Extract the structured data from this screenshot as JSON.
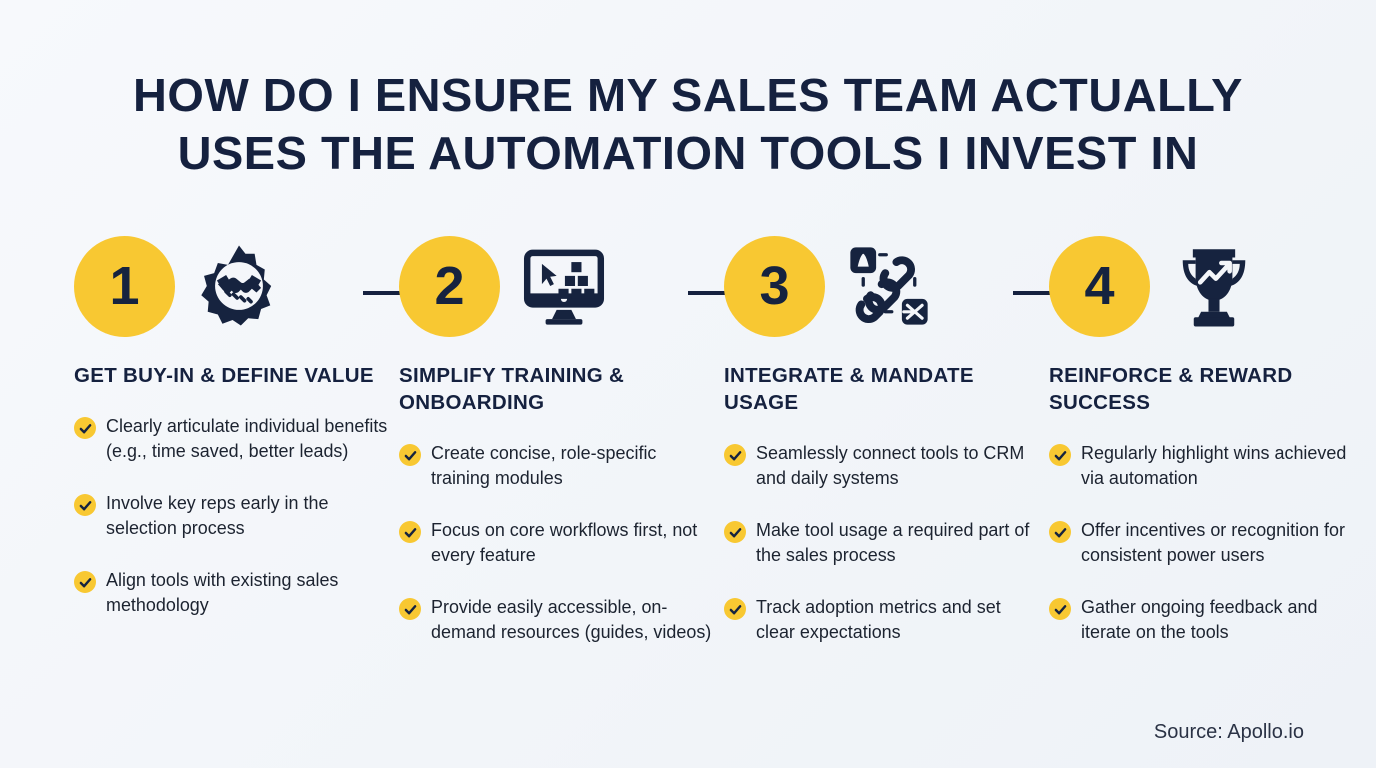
{
  "title": {
    "line1": "HOW DO I ENSURE MY SALES TEAM ACTUALLY",
    "line2": "USES THE AUTOMATION TOOLS I INVEST IN"
  },
  "colors": {
    "background": "#f4f6fa",
    "accent_yellow": "#f8c832",
    "navy": "#15213f",
    "body_text": "#1c2330"
  },
  "steps": [
    {
      "number": "1",
      "icon_name": "handshake-gear-icon",
      "heading": "GET BUY-IN & DEFINE VALUE",
      "bullets": [
        "Clearly articulate individual benefits (e.g., time saved, better leads)",
        "Involve key reps early in the selection process",
        "Align tools with existing sales methodology"
      ]
    },
    {
      "number": "2",
      "icon_name": "monitor-training-icon",
      "heading": "SIMPLIFY TRAINING & ONBOARDING",
      "bullets": [
        "Create concise, role-specific training modules",
        "Focus on core workflows first, not every feature",
        "Provide easily accessible, on-demand resources (guides, videos)"
      ]
    },
    {
      "number": "3",
      "icon_name": "chain-link-integration-icon",
      "heading": "INTEGRATE & MANDATE USAGE",
      "bullets": [
        "Seamlessly connect tools to CRM and daily systems",
        "Make tool usage a required part of the sales process",
        "Track adoption metrics and set clear expectations"
      ]
    },
    {
      "number": "4",
      "icon_name": "trophy-growth-icon",
      "heading": "REINFORCE & REWARD SUCCESS",
      "bullets": [
        "Regularly highlight wins achieved via automation",
        "Offer incentives or recognition for consistent power users",
        "Gather ongoing feedback and iterate on the tools"
      ]
    }
  ],
  "source": "Source: Apollo.io"
}
